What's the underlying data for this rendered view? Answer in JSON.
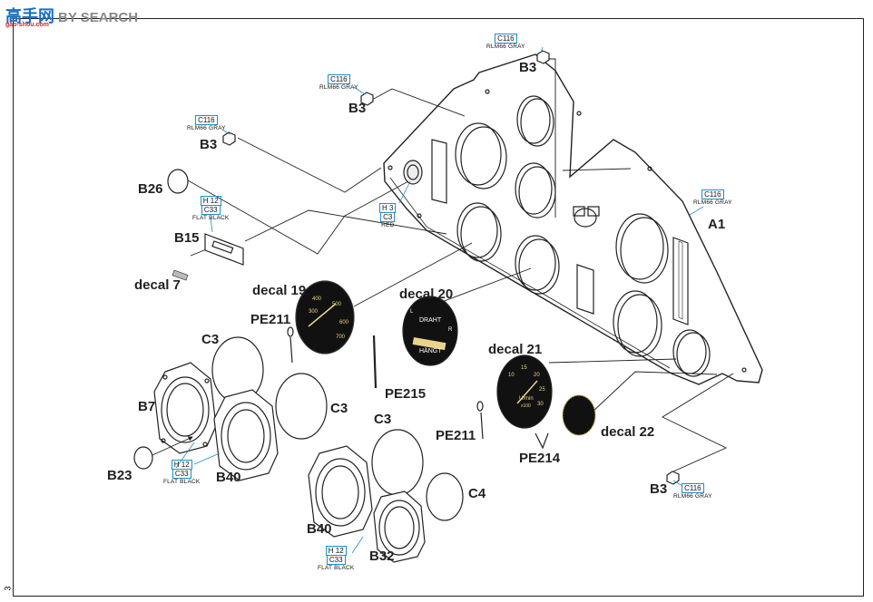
{
  "watermark": {
    "brand": "高手网",
    "search": "BY SEARCH",
    "site": "gao-shou.com"
  },
  "page_number": "3",
  "parts": {
    "A1": "A1",
    "B3": "B3",
    "B7": "B7",
    "B15": "B15",
    "B23": "B23",
    "B26": "B26",
    "B32": "B32",
    "B40": "B40",
    "C3": "C3",
    "C4": "C4",
    "PE211": "PE211",
    "PE214": "PE214",
    "PE215": "PE215"
  },
  "decals": {
    "d7": "decal 7",
    "d19": "decal 19",
    "d20": "decal 20",
    "d21": "decal 21",
    "d22": "decal 22"
  },
  "paints": {
    "gray": {
      "code": "C116",
      "name": "RLM66 GRAY"
    },
    "black": {
      "code1": "H 12",
      "code2": "C33",
      "name": "FLAT BLACK"
    },
    "red": {
      "code1": "H 3",
      "code2": "C3",
      "name": "RED"
    }
  },
  "dial19": {
    "marks": [
      "400",
      "500",
      "600",
      "700",
      "300"
    ]
  },
  "dial20": {
    "top": "DRAHT",
    "bottom": "HÄNGT",
    "left": "L",
    "right": "R"
  },
  "dial21": {
    "marks": [
      "10",
      "15",
      "20",
      "25",
      "30"
    ],
    "unit": "U/min",
    "scale": "x100"
  },
  "colors": {
    "line": "#222222",
    "accent_blue": "#1e8fc6",
    "dial": "#111111",
    "dial_text": "#e8d48a"
  }
}
